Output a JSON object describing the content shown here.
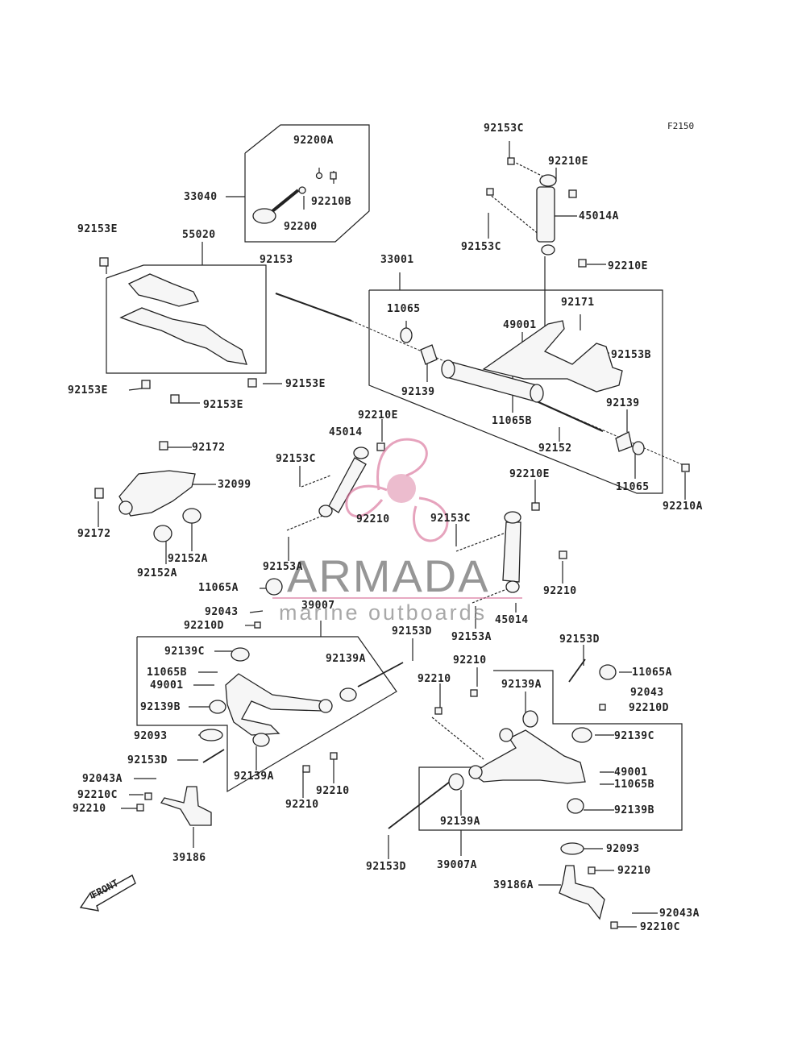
{
  "figure_ref": "F2150",
  "watermark": {
    "brand": "ARMADA",
    "tagline": "marine outboards"
  },
  "front_label": "FRONT",
  "part_labels": [
    "92153C",
    "92210E",
    "45014A",
    "92153C",
    "92210E",
    "92200A",
    "33040",
    "92210B",
    "92200",
    "92153E",
    "55020",
    "92153",
    "33001",
    "11065",
    "92171",
    "49001",
    "92153B",
    "92139",
    "11065B",
    "92139",
    "92152",
    "11065",
    "92210A",
    "92153E",
    "92153E",
    "92153E",
    "92210E",
    "45014",
    "92153C",
    "92172",
    "32099",
    "92172",
    "92152A",
    "92152A",
    "92210",
    "92210E",
    "92153C",
    "92153A",
    "92210",
    "45014",
    "92153A",
    "11065A",
    "92043",
    "39007",
    "92210D",
    "92153D",
    "92153D",
    "92139C",
    "92139A",
    "11065B",
    "49001",
    "92210",
    "11065A",
    "92210",
    "92139A",
    "92043",
    "92139B",
    "92210D",
    "92093",
    "92139C",
    "92153D",
    "92043A",
    "92210C",
    "92210",
    "92139A",
    "92210",
    "92210",
    "49001",
    "11065B",
    "39186",
    "92139B",
    "92139A",
    "92153D",
    "39007A",
    "92093",
    "92210",
    "39186A",
    "92043A",
    "92210C"
  ]
}
